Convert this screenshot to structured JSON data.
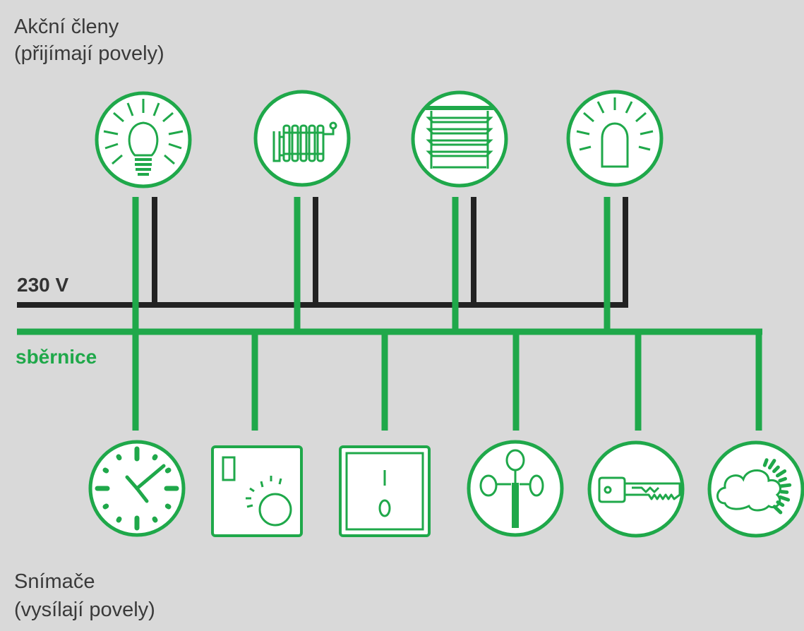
{
  "actuators": {
    "title": "Akční členy",
    "subtitle": "(přijímají povely)",
    "devices": [
      {
        "icon": "light-bulb-icon"
      },
      {
        "icon": "radiator-icon"
      },
      {
        "icon": "window-blinds-icon"
      },
      {
        "icon": "warning-beacon-icon"
      }
    ]
  },
  "power_line": {
    "label": "230 V",
    "color": "#222222"
  },
  "bus_line": {
    "label": "sběrnice",
    "color": "#1fa84a"
  },
  "sensors": {
    "title": "Snímače",
    "subtitle": "(vysílají povely)",
    "devices": [
      {
        "icon": "clock-icon"
      },
      {
        "icon": "thermostat-icon"
      },
      {
        "icon": "wall-switch-icon"
      },
      {
        "icon": "anemometer-icon"
      },
      {
        "icon": "key-icon"
      },
      {
        "icon": "weather-sensor-icon"
      }
    ]
  },
  "colors": {
    "background": "#d9d9d9",
    "accent": "#1fa84a",
    "wire": "#222222"
  }
}
